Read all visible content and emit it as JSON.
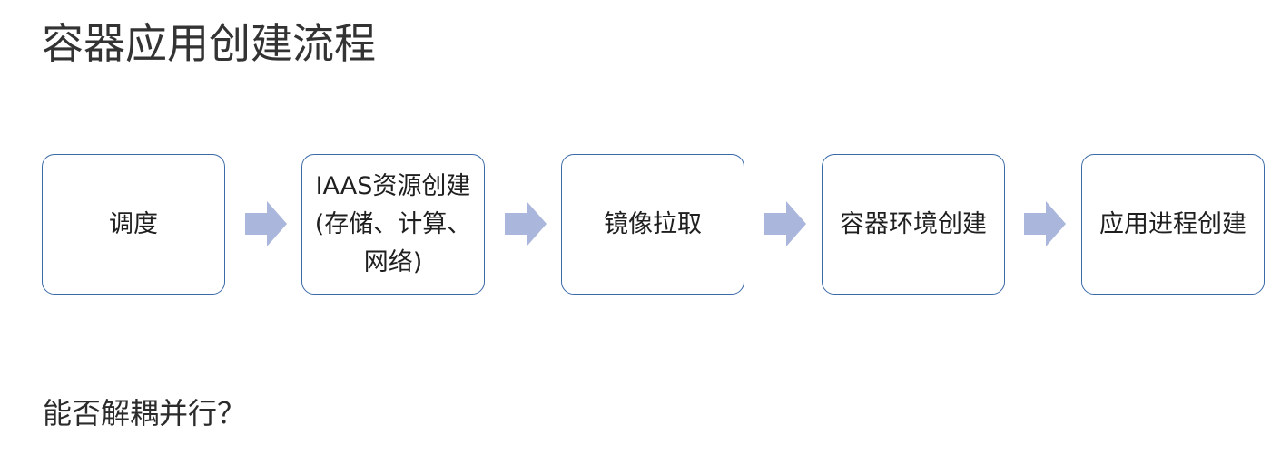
{
  "title": "容器应用创建流程",
  "steps": [
    {
      "lines": [
        "调度"
      ]
    },
    {
      "lines": [
        "IAAS资源创建",
        "(存储、计算、",
        "网络)"
      ]
    },
    {
      "lines": [
        "镜像拉取"
      ]
    },
    {
      "lines": [
        "容器环境创建"
      ]
    },
    {
      "lines": [
        "应用进程创建"
      ]
    }
  ],
  "question": "能否解耦并行？",
  "colors": {
    "box_border": "#3a6aa8",
    "arrow_fill": "#aab6dc",
    "text": "#1f1f1f"
  }
}
